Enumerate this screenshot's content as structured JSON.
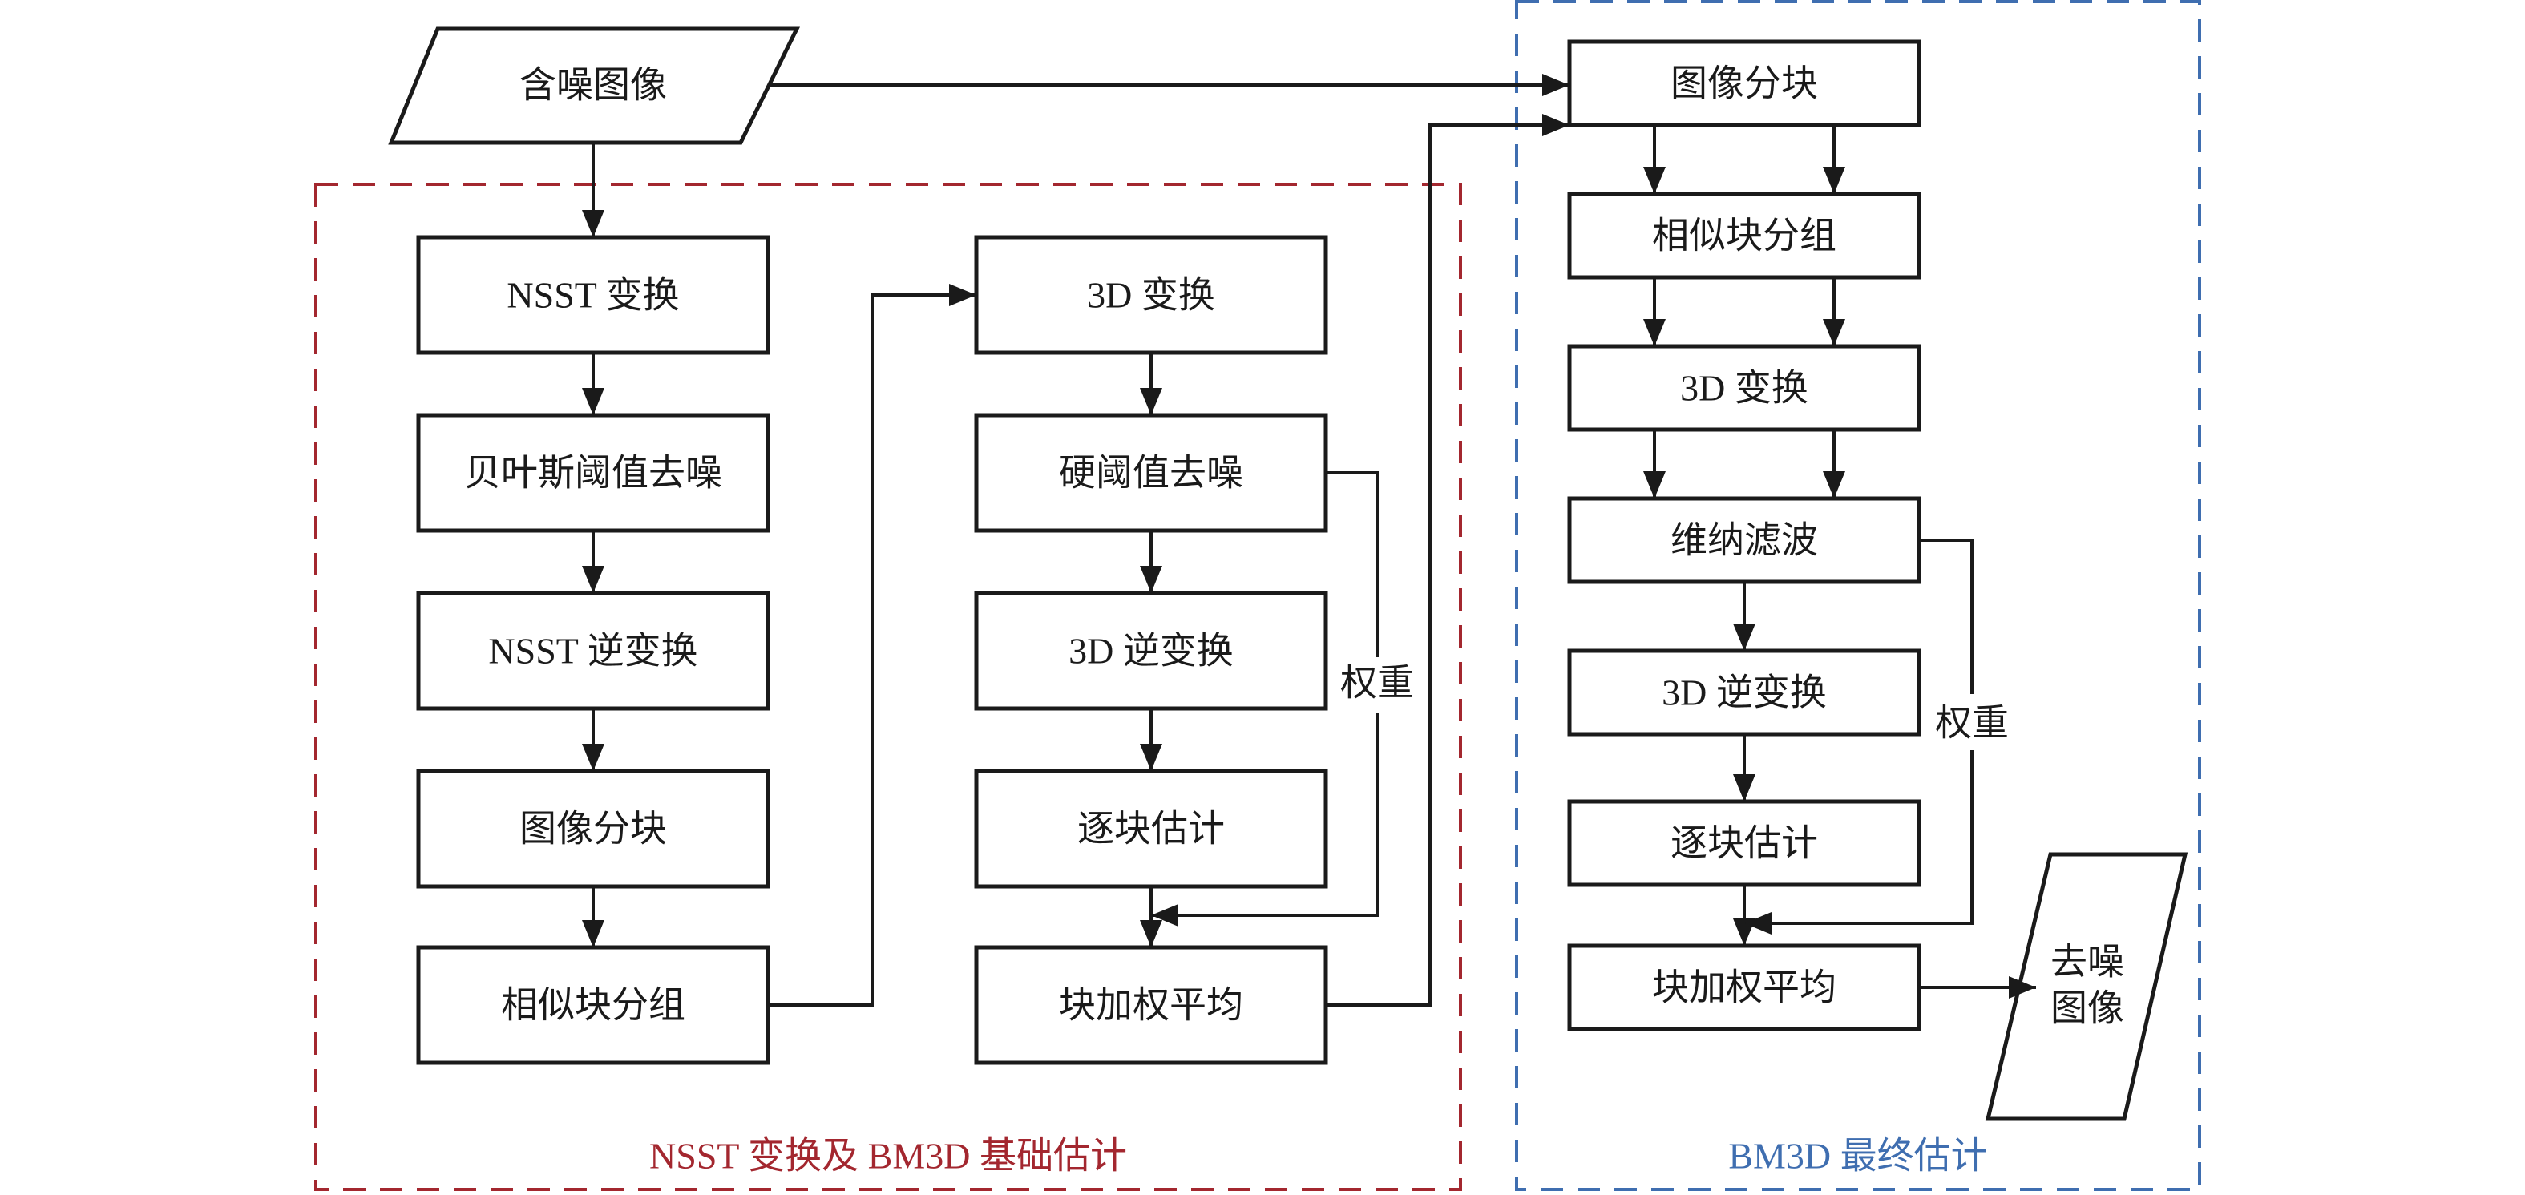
{
  "colors": {
    "line": "#1a1a1a",
    "group_basic": "#a3272f",
    "group_final": "#3f6eb0"
  },
  "input": {
    "label": "含噪图像"
  },
  "output": {
    "line1": "去噪",
    "line2": "图像"
  },
  "groups": {
    "basic": {
      "label": "NSST 变换及 BM3D 基础估计"
    },
    "final": {
      "label": "BM3D 最终估计"
    }
  },
  "left_column": [
    {
      "label": "NSST 变换"
    },
    {
      "label": "贝叶斯阈值去噪"
    },
    {
      "label": "NSST 逆变换"
    },
    {
      "label": "图像分块"
    },
    {
      "label": "相似块分组"
    }
  ],
  "middle_column": [
    {
      "label": "3D 变换"
    },
    {
      "label": "硬阈值去噪"
    },
    {
      "label": "3D 逆变换"
    },
    {
      "label": "逐块估计"
    },
    {
      "label": "块加权平均"
    }
  ],
  "right_column": [
    {
      "label": "图像分块"
    },
    {
      "label": "相似块分组"
    },
    {
      "label": "3D 变换"
    },
    {
      "label": "维纳滤波"
    },
    {
      "label": "3D 逆变换"
    },
    {
      "label": "逐块估计"
    },
    {
      "label": "块加权平均"
    }
  ],
  "edge_labels": {
    "basic_weight": "权重",
    "final_weight": "权重"
  }
}
